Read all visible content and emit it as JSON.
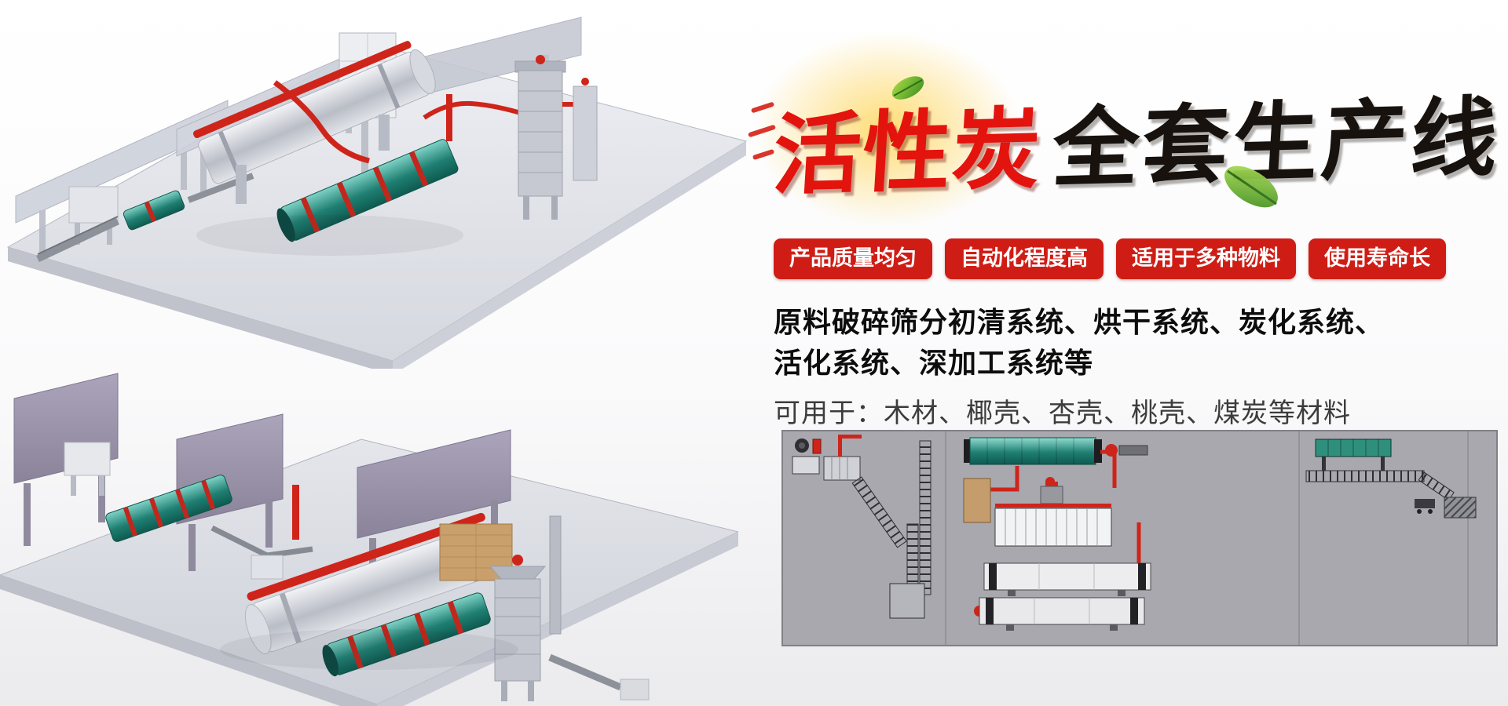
{
  "banner": {
    "title": {
      "accent_text": "活性炭",
      "rest_text": "全套生产线"
    },
    "badges": [
      {
        "label": "产品质量均匀"
      },
      {
        "label": "自动化程度高"
      },
      {
        "label": "适用于多种物料"
      },
      {
        "label": "使用寿命长"
      }
    ],
    "description": {
      "line1": "原料破碎筛分初清系统、烘干系统、炭化系统、",
      "line2": "活化系统、深加工系统等",
      "line3": "可用于：木材、椰壳、杏壳、桃壳、煤炭等材料"
    },
    "colors": {
      "badge_red": "#cf1d15",
      "title_red": "#e3130e",
      "title_black": "#17120e",
      "pipe_red": "#cf241a",
      "drum_teal": "#2e8f80",
      "panel_gray": "#a8a8ae"
    }
  }
}
